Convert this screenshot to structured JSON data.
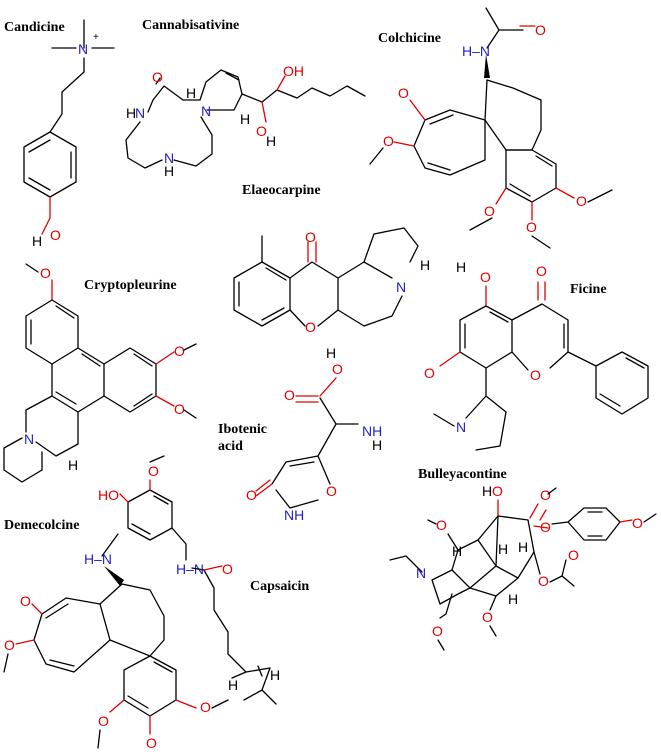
{
  "compounds": [
    {
      "name": "Candicine"
    },
    {
      "name": "Cannabisativine"
    },
    {
      "name": "Colchicine"
    },
    {
      "name": "Elaeocarpine"
    },
    {
      "name": "Cryptopleurine"
    },
    {
      "name": "Ficine"
    },
    {
      "name": "Ibotenic"
    },
    {
      "name": "acid"
    },
    {
      "name": "Bulleyacontine"
    },
    {
      "name": "Demecolcine"
    },
    {
      "name": "Capsaicin"
    }
  ],
  "atoms": {
    "N": "N",
    "O": "O",
    "H": "H",
    "OH": "OH",
    "HO": "HO",
    "NH": "NH",
    "HN": "H–N",
    "H_N": "H–N",
    "plus": "+"
  },
  "colors": {
    "oxygen": "#e00000",
    "nitrogen": "#1f1fd0",
    "bond": "#000000"
  }
}
